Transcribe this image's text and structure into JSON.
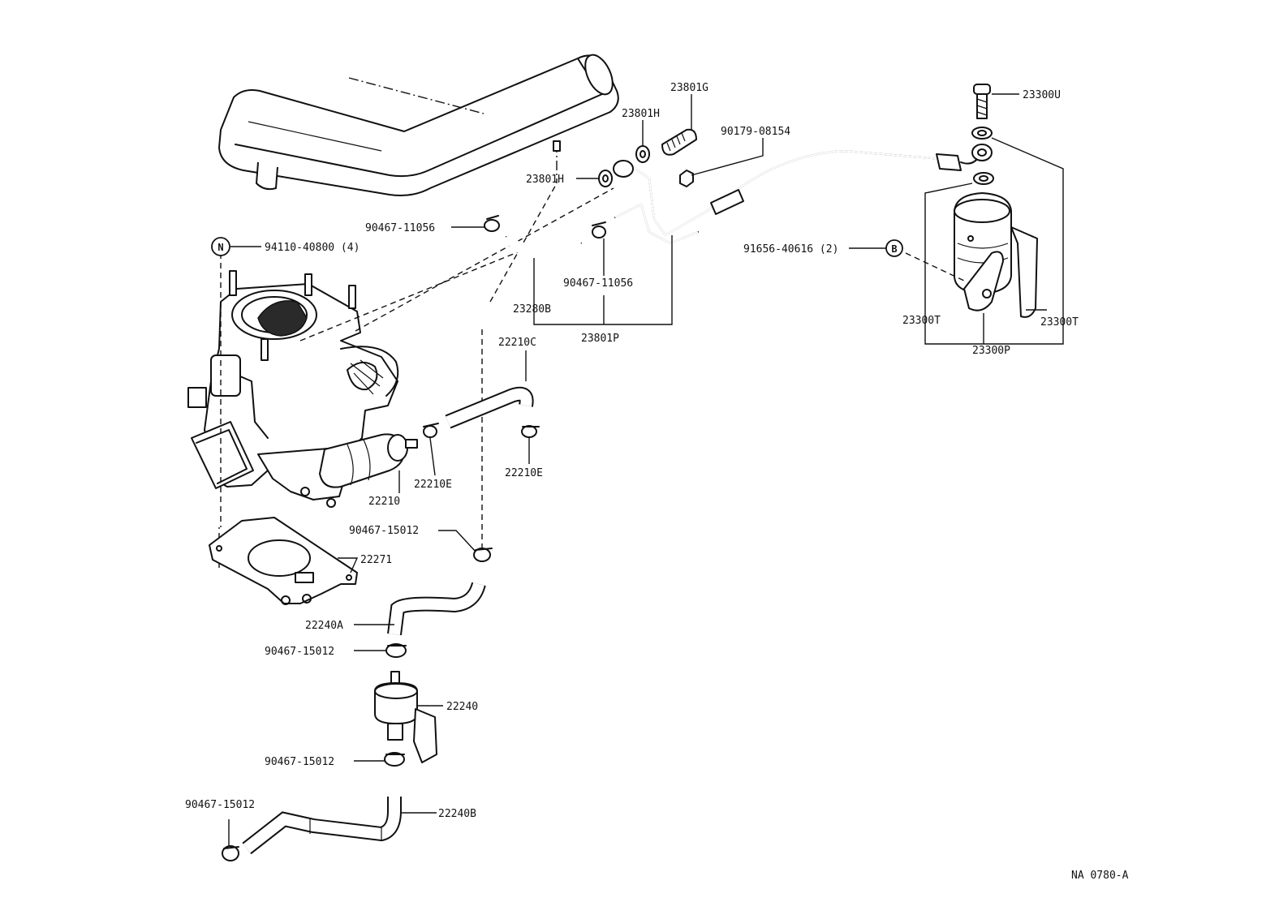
{
  "diagram_ref": "NA 0780-A",
  "markers": {
    "n": "N",
    "b": "B"
  },
  "labels": {
    "p94110": "94110-40800 (4)",
    "p90467_11056_a": "90467-11056",
    "p90467_11056_b": "90467-11056",
    "p23801H_a": "23801H",
    "p23801H_b": "23801H",
    "p23801G": "23801G",
    "p90179": "90179-08154",
    "p23280B": "23280B",
    "p23801P": "23801P",
    "p23300U": "23300U",
    "p91656": "91656-40616 (2)",
    "p23300T_a": "23300T",
    "p23300T_b": "23300T",
    "p23300P": "23300P",
    "p22210C": "22210C",
    "p22210E_a": "22210E",
    "p22210E_b": "22210E",
    "p22210": "22210",
    "p90467_15012_a": "90467-15012",
    "p22271": "22271",
    "p22240A": "22240A",
    "p90467_15012_b": "90467-15012",
    "p22240": "22240",
    "p90467_15012_c": "90467-15012",
    "p90467_15012_d": "90467-15012",
    "p22240B": "22240B"
  }
}
